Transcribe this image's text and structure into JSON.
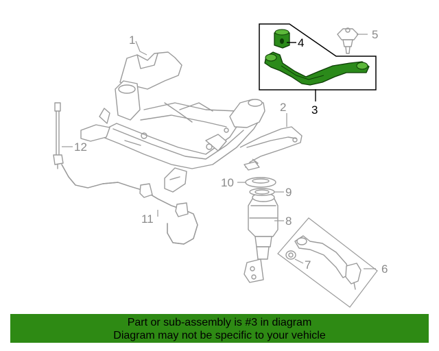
{
  "callouts": {
    "c1": "1",
    "c2": "2",
    "c3": "3",
    "c4": "4",
    "c5": "5",
    "c6": "6",
    "c7": "7",
    "c8": "8",
    "c9": "9",
    "c10": "10",
    "c11": "11",
    "c12": "12"
  },
  "banner": {
    "line1": "Part or sub-assembly is #3 in diagram",
    "line2": "Diagram may not be specific to your vehicle",
    "color": "#2e8a14"
  },
  "highlight_color": "#2b8a1a"
}
